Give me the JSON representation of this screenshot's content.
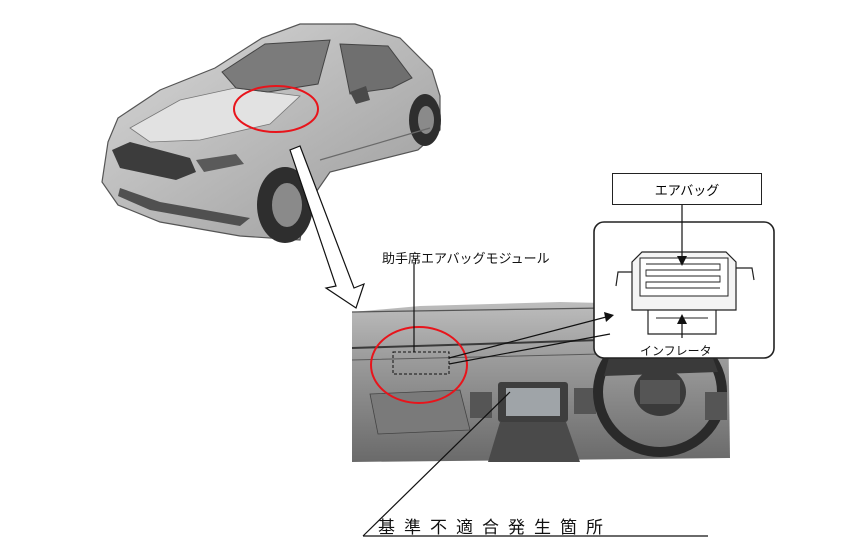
{
  "labels": {
    "module": "助手席エアバッグモジュール",
    "airbag": "エアバッグ",
    "inflator": "インフレータ",
    "nonconformity": "基準不適合発生箇所"
  },
  "colors": {
    "highlight_ring": "#e8141b",
    "line": "#222222",
    "car_body": "#c9c9c9",
    "dashboard": "#8f8f8f"
  }
}
